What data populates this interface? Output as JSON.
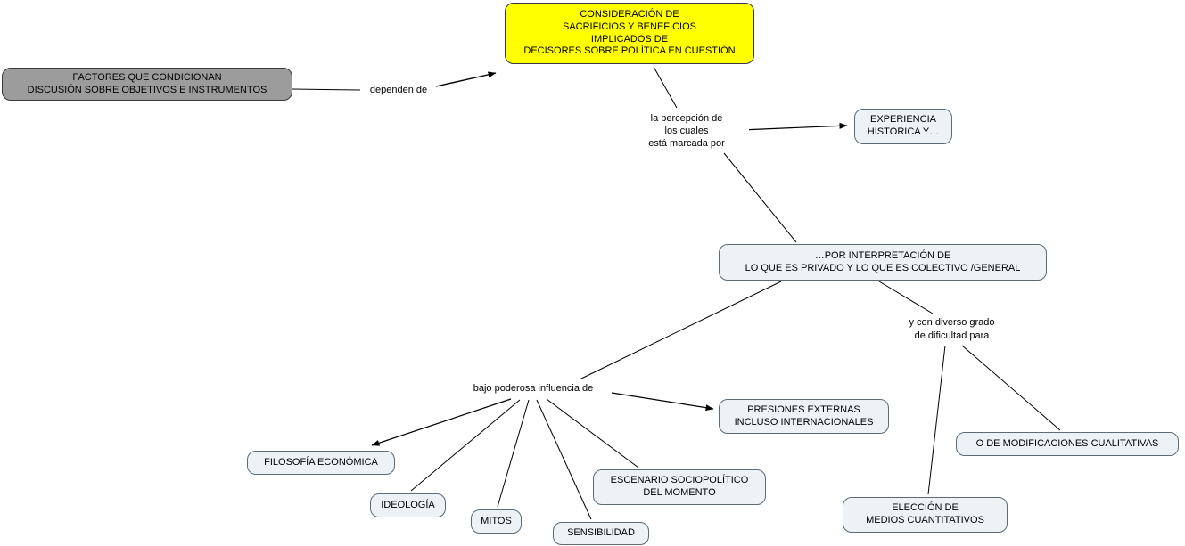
{
  "map": {
    "kind": "concept-map"
  },
  "colors": {
    "node_fill": "#edf2f6",
    "node_border": "#5c6b76",
    "highlight_fill": "#ffff00",
    "gray_fill": "#9c9c9c",
    "line": "#000000",
    "background": "#ffffff"
  },
  "nodes": {
    "factores": {
      "label": "FACTORES QUE CONDICIONAN\nDISCUSIÓN SOBRE OBJETIVOS E INSTRUMENTOS"
    },
    "consideracion": {
      "label": "CONSIDERACIÓN DE\nSACRIFICIOS Y BENEFICIOS\nIMPLICADOS DE\nDECISORES SOBRE POLÍTICA EN CUESTIÓN"
    },
    "experiencia": {
      "label": "EXPERIENCIA\nHISTÓRICA Y…"
    },
    "interpretacion": {
      "label": "…POR INTERPRETACIÓN DE\nLO QUE ES PRIVADO Y LO QUE ES COLECTIVO /GENERAL"
    },
    "presiones": {
      "label": "PRESIONES EXTERNAS\nINCLUSO INTERNACIONALES"
    },
    "filosofia": {
      "label": "FILOSOFÍA ECONÓMICA"
    },
    "ideologia": {
      "label": "IDEOLOGÍA"
    },
    "mitos": {
      "label": "MITOS"
    },
    "sensibilidad": {
      "label": "SENSIBILIDAD"
    },
    "escenario": {
      "label": "ESCENARIO SOCIOPOLÍTICO\nDEL MOMENTO"
    },
    "modificaciones": {
      "label": "O DE MODIFICACIONES CUALITATIVAS"
    },
    "eleccion": {
      "label": "ELECCIÓN DE\nMEDIOS CUANTITATIVOS"
    }
  },
  "link_labels": {
    "dependen": "dependen de",
    "percepcion": "la percepción de\nlos cuales\nestá marcada por",
    "influencia": "bajo poderosa influencia de",
    "grado": "y con diverso grado\nde dificultad para"
  }
}
